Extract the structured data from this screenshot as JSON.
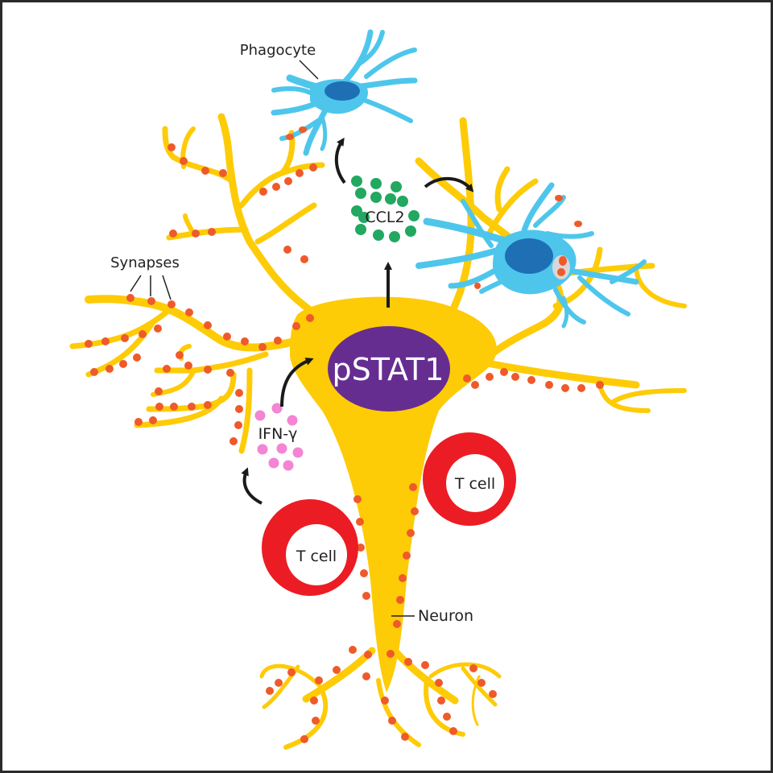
{
  "figure": {
    "title": "Neuron signaling schematic: T cell IFN-gamma, pSTAT1, CCL2 and phagocyte recruitment",
    "colors": {
      "neuron": "#fecb07",
      "synapse": "#ef5a2a",
      "t_cell": "#ec1c24",
      "nucleus_pstat1": "#662d91",
      "ifn_gamma": "#f385d4",
      "ccl2": "#22a861",
      "phagocyte": "#4ec6ec",
      "phagocyte_nucleus": "#1f6fb5",
      "phagosome": "#d7d7d7",
      "arrow": "#1a1a1a",
      "border": "#2b2a2a"
    }
  },
  "labels": {
    "phagocyte": "Phagocyte",
    "synapses": "Synapses",
    "ccl2": "CCL2",
    "pstat1": "pSTAT1",
    "ifn_gamma": "IFN-γ",
    "t_cell_left": "T cell",
    "t_cell_right": "T cell",
    "neuron": "Neuron"
  },
  "counts": {
    "ccl2_dots": 14,
    "ifn_gamma_dots": 8,
    "t_cells": 2,
    "phagocytes": 2
  },
  "arrows": [
    {
      "from": "T cell",
      "to": "IFN-γ"
    },
    {
      "from": "IFN-γ",
      "to": "neuron soma"
    },
    {
      "from": "neuron soma",
      "to": "CCL2"
    },
    {
      "from": "CCL2",
      "to": "upper phagocyte"
    },
    {
      "from": "CCL2",
      "to": "right phagocyte"
    }
  ]
}
